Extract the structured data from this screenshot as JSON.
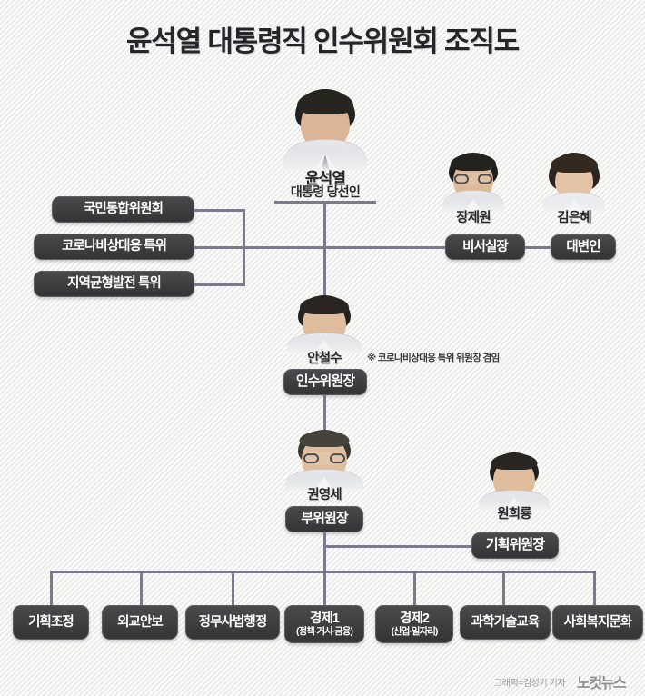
{
  "header": {
    "title": "윤석열 대통령직 인수위원회 조직도"
  },
  "people": {
    "president_elect": {
      "name": "윤석열",
      "title": "대통령 당선인"
    },
    "chief_of_staff": {
      "name": "장제원",
      "title": "비서실장"
    },
    "spokesperson": {
      "name": "김은혜",
      "title": "대변인"
    },
    "chairman": {
      "name": "안철수",
      "title": "인수위원장",
      "note": "※ 코로나비상대응 특위 위원장 겸임"
    },
    "vice_chairman": {
      "name": "권영세",
      "title": "부위원장"
    },
    "planning_chair": {
      "name": "원희룡",
      "title": "기획위원장"
    }
  },
  "committees": [
    {
      "label": "국민통합위원회"
    },
    {
      "label": "코로나비상대응 특위"
    },
    {
      "label": "지역균형발전 특위"
    }
  ],
  "divisions": [
    {
      "label": "기획조정",
      "sub": ""
    },
    {
      "label": "외교안보",
      "sub": ""
    },
    {
      "label": "정무사법행정",
      "sub": ""
    },
    {
      "label": "경제1",
      "sub": "(정책·거시·금융)"
    },
    {
      "label": "경제2",
      "sub": "(산업·일자리)"
    },
    {
      "label": "과학기술교육",
      "sub": ""
    },
    {
      "label": "사회복지문화",
      "sub": ""
    }
  ],
  "footer": {
    "credit": "그래픽=김성기 기자",
    "logo": "노컷뉴스"
  },
  "colors": {
    "line": "#7b7b8d",
    "box_bg": "#3a3a3d",
    "text": "#25252a",
    "background": "#f5f5f3"
  }
}
